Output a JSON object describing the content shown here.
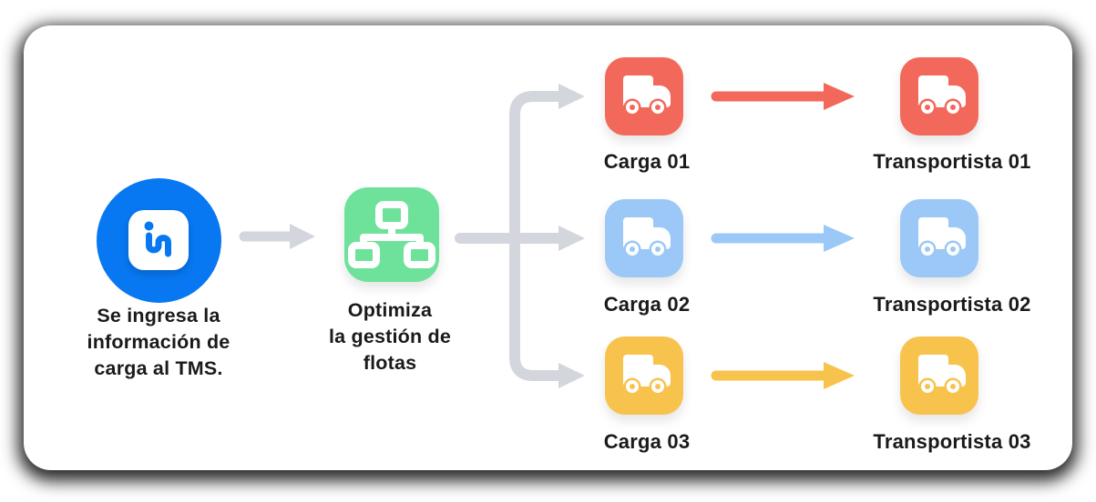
{
  "flow": {
    "source": {
      "caption": "Se ingresa la\ninformación de\ncarga al TMS.",
      "icon": "in-logo-icon",
      "circle_color": "#0778F2"
    },
    "optimizer": {
      "caption": "Optimiza\nla gestión de\nflotas",
      "icon": "sitemap-icon",
      "tile_color": "#6EE29A"
    },
    "rows": [
      {
        "carga_label": "Carga 01",
        "transportista_label": "Transportista 01",
        "icon": "truck-icon",
        "color": "#F2695C"
      },
      {
        "carga_label": "Carga 02",
        "transportista_label": "Transportista 02",
        "icon": "truck-icon",
        "color": "#9BC8F7"
      },
      {
        "carga_label": "Carga 03",
        "transportista_label": "Transportista 03",
        "icon": "truck-icon",
        "color": "#F8C34D"
      }
    ],
    "connector_color": "#D3D6DD",
    "text_color": "#1A1A1A",
    "card_color": "#FFFFFF"
  }
}
